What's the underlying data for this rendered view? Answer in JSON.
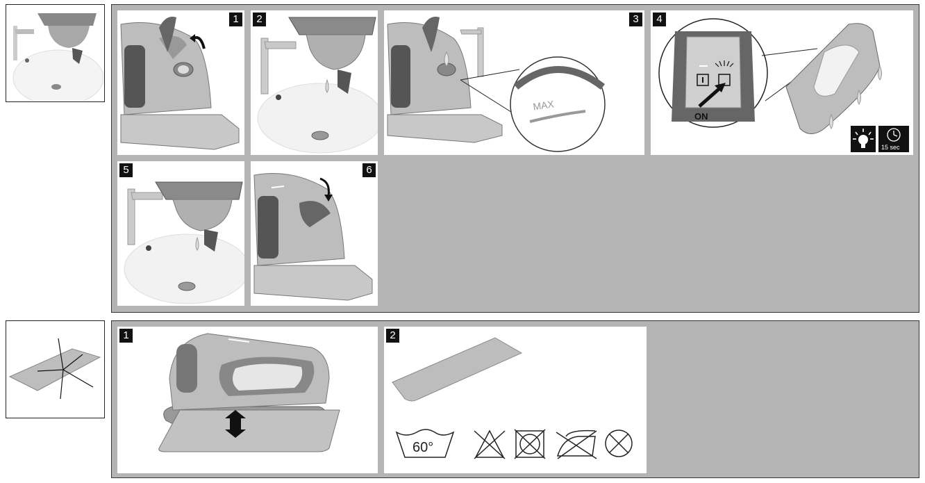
{
  "section1": {
    "steps": [
      {
        "number": "1"
      },
      {
        "number": "2"
      },
      {
        "number": "3"
      },
      {
        "number": "4",
        "button_label": "ON",
        "timer_label": "15 sec"
      },
      {
        "number": "5"
      },
      {
        "number": "6"
      }
    ]
  },
  "section2": {
    "steps": [
      {
        "number": "1"
      },
      {
        "number": "2",
        "wash_temperature": "60°"
      }
    ]
  }
}
